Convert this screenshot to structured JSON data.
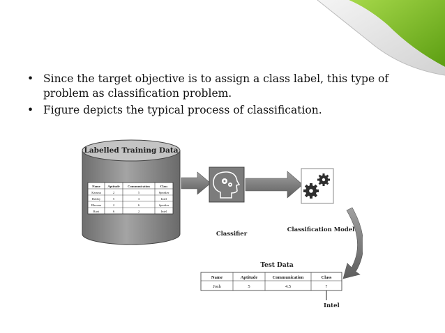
{
  "bullets": [
    "Since the target objective is to assign a class label, this type of problem as classification problem.",
    "Figure depicts the typical process of classification."
  ],
  "bullet_symbol": "•",
  "diagram": {
    "database_label": "Labelled Training Data",
    "training_table": {
      "headers": [
        "Name",
        "Aptitude",
        "Communication",
        "Class"
      ],
      "rows": [
        [
          "Karuna",
          "2",
          "5",
          "Speaker"
        ],
        [
          "Bobby",
          "5",
          "3",
          "Intel"
        ],
        [
          "Bhuvna",
          "2",
          "6",
          "Speaker"
        ],
        [
          "Ravi",
          "6",
          "2",
          "Intel"
        ]
      ]
    },
    "classifier_label": "Classifier",
    "model_label": "Classification Model",
    "test_data_label": "Test Data",
    "test_table": {
      "headers": [
        "Name",
        "Aptitude",
        "Communication",
        "Class"
      ],
      "rows": [
        [
          "Josh",
          "5",
          "4.5",
          "?"
        ]
      ]
    },
    "result_label": "Intel"
  },
  "colors": {
    "accent_green": "#7cbf1e",
    "database_fill": "#8a8a8a",
    "arrow_fill": "#7a7a7a"
  }
}
